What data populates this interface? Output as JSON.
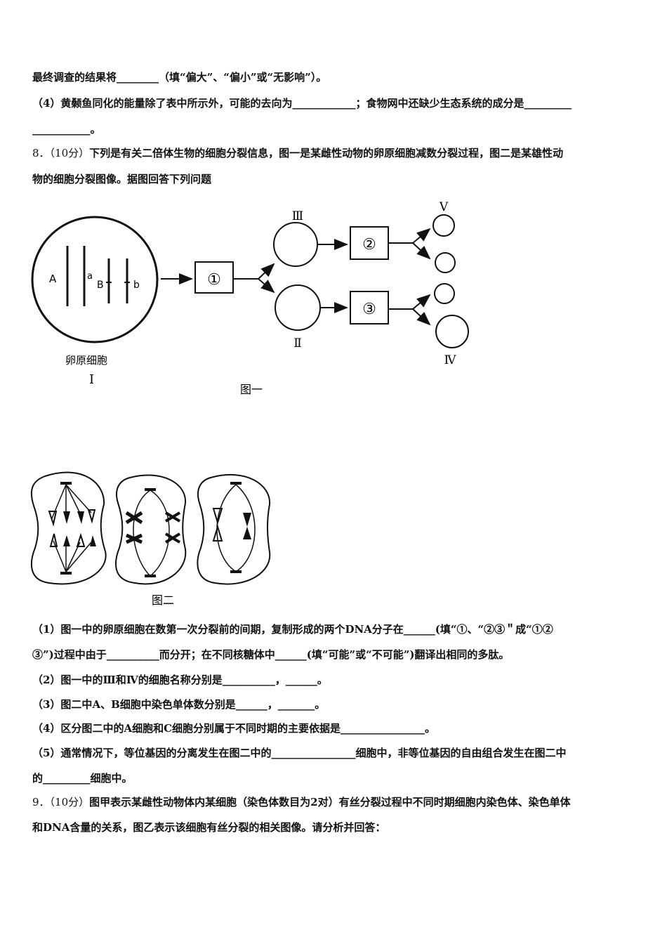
{
  "lines": {
    "l1": "最终调查的结果将________（填“偏大”、“偏小”或“无影响”）。",
    "l2": "（4）黄颡鱼同化的能量除了表中所示外，可能的去向为____________；食物网中还缺少生态系统的成分是_________",
    "l3": "___________。",
    "q8_num": "8．（10分）",
    "q8_text": "下列是有关二倍体生物的细胞分裂信息，图一是某雌性动物的卵原细胞减数分裂过程，图二是某雄性动",
    "q8_text2": "物的细胞分裂图像。据图回答下列问题",
    "s1a": "（1）图一中的卵原细胞在数第一次分裂前的间期，复制形成的两个DNA分子在______(填“①、“②③＂成“①②",
    "s1b": "③”)过程中由于__________而分开；在不同核糖体中______(填“可能”或“不可能”)翻译出相同的多肽。",
    "s2": "（2）图一中的Ⅲ和Ⅳ的细胞名称分别是__________，______。",
    "s3": "（3）图二中A、B细胞中染色单体数分别是______，_______。",
    "s4": "（4）区分图二中的A细胞和C细胞分别属于不同时期的主要依据是________________。",
    "s5a": "（5）通常情况下，等位基因的分离发生在图二中的________________细胞中，非等位基因的自由组合发生在图二中",
    "s5b": "的_________细胞中。",
    "q9_num": "9．（10分）",
    "q9_text": "图甲表示某雌性动物体内某细胞（染色体数目为2对）有丝分裂过程中不同时期细胞内染色体、染色单体",
    "q9_text2": "和DNA含量的关系，图乙表示该细胞有丝分裂的相关图像。请分析并回答："
  },
  "fig1": {
    "caption": "图一",
    "cell_label": "卵原细胞",
    "cell_roman": "Ⅰ",
    "gene_A": "A",
    "gene_a": "a",
    "gene_B": "B",
    "gene_b": "b",
    "box1": "①",
    "box2": "②",
    "box3": "③",
    "roman_III": "Ⅲ",
    "roman_II": "Ⅱ",
    "roman_V": "Ⅴ",
    "roman_IV": "Ⅳ"
  },
  "fig2": {
    "caption": "图二"
  }
}
